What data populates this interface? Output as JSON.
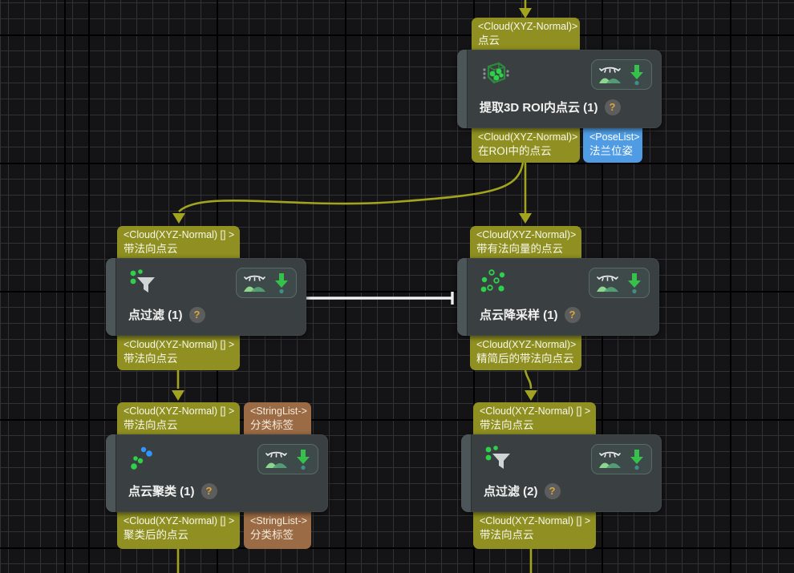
{
  "canvas_colors": {
    "background": "#141416",
    "grid_minor": "#323235",
    "grid_major": "#000000",
    "wire": "#a2a31f",
    "order_link": "#f2f2f2",
    "port_cloud_bg": "#8f9021",
    "port_pose_bg": "#4f9ce4",
    "port_string_bg": "#9b6b45",
    "node_bg": "#3a4041",
    "node_accent_bar": "#4c5658",
    "icon_green": "#2ed24a",
    "icon_blue": "#2f96ff",
    "help_badge_fg": "#d8a73c"
  },
  "node_toolbar": {
    "visibility_icon": "eye-closed-hill-icon",
    "save_icon": "download-arrow-icon"
  },
  "nodes": [
    {
      "title": "提取3D ROI内点云 (1)",
      "help_badge": "?",
      "icon": "cube-points-icon",
      "inputs": [
        {
          "type": "<Cloud(XYZ-Normal)>",
          "label": "点云",
          "color": "olive"
        }
      ],
      "outputs": [
        {
          "type": "<Cloud(XYZ-Normal)>",
          "label": "在ROI中的点云",
          "color": "olive"
        },
        {
          "type": "<PoseList>",
          "label": "法兰位姿",
          "color": "blue"
        }
      ]
    },
    {
      "title": "点过滤 (1)",
      "help_badge": "?",
      "icon": "dots-funnel-icon",
      "inputs": [
        {
          "type": "<Cloud(XYZ-Normal) [] >",
          "label": "带法向点云",
          "color": "olive"
        }
      ],
      "outputs": [
        {
          "type": "<Cloud(XYZ-Normal) [] >",
          "label": "带法向点云",
          "color": "olive"
        }
      ]
    },
    {
      "title": "点云降采样 (1)",
      "help_badge": "?",
      "icon": "scatter-dots-icon",
      "inputs": [
        {
          "type": "<Cloud(XYZ-Normal)>",
          "label": "带有法向量的点云",
          "color": "olive"
        }
      ],
      "outputs": [
        {
          "type": "<Cloud(XYZ-Normal)>",
          "label": "精简后的带法向点云",
          "color": "olive"
        }
      ]
    },
    {
      "title": "点云聚类 (1)",
      "help_badge": "?",
      "icon": "cluster-dots-icon",
      "inputs": [
        {
          "type": "<Cloud(XYZ-Normal) [] >",
          "label": "带法向点云",
          "color": "olive"
        },
        {
          "type": "<StringList->",
          "label": "分类标签",
          "color": "brown"
        }
      ],
      "outputs": [
        {
          "type": "<Cloud(XYZ-Normal) [] >",
          "label": "聚类后的点云",
          "color": "olive"
        },
        {
          "type": "<StringList->",
          "label": "分类标签",
          "color": "brown"
        }
      ]
    },
    {
      "title": "点过滤 (2)",
      "help_badge": "?",
      "icon": "dots-funnel-icon",
      "inputs": [
        {
          "type": "<Cloud(XYZ-Normal) [] >",
          "label": "带法向点云",
          "color": "olive"
        }
      ],
      "outputs": [
        {
          "type": "<Cloud(XYZ-Normal) [] >",
          "label": "带法向点云",
          "color": "olive"
        }
      ]
    }
  ],
  "connections": [
    {
      "from": "offscreen-top",
      "to": "提取3D ROI内点云 (1) / 点云",
      "style": "data"
    },
    {
      "from": "提取3D ROI内点云 (1) / 在ROI中的点云",
      "to": "点过滤 (1) / 带法向点云",
      "style": "data"
    },
    {
      "from": "提取3D ROI内点云 (1) / 在ROI中的点云",
      "to": "点云降采样 (1) / 带有法向量的点云",
      "style": "data"
    },
    {
      "from": "点过滤 (1) / 带法向点云",
      "to": "点云聚类 (1) / 带法向点云",
      "style": "data"
    },
    {
      "from": "点云降采样 (1) / 精简后的带法向点云",
      "to": "点过滤 (2) / 带法向点云",
      "style": "data"
    },
    {
      "from": "点过滤 (1)",
      "to": "点云降采样 (1)",
      "style": "order"
    },
    {
      "from": "点云聚类 (1) / 聚类后的点云",
      "to": "offscreen-bottom",
      "style": "data"
    },
    {
      "from": "点过滤 (2) / 带法向点云",
      "to": "offscreen-bottom",
      "style": "data"
    }
  ]
}
